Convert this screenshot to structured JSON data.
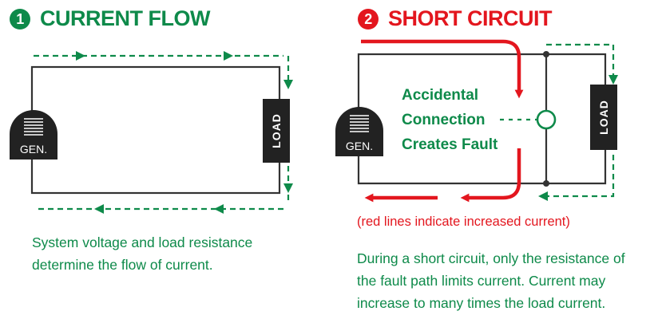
{
  "panel1": {
    "number": "1",
    "title": "CURRENT FLOW",
    "generator_label": "GEN.",
    "load_label": "LOAD",
    "description": [
      "System voltage and load resistance",
      "determine the flow of current."
    ]
  },
  "panel2": {
    "number": "2",
    "title": "SHORT CIRCUIT",
    "generator_label": "GEN.",
    "load_label": "LOAD",
    "fault_label": [
      "Accidental",
      "Connection",
      "Creates Fault"
    ],
    "note": "(red lines indicate increased current)",
    "description": [
      "During a short circuit, only the resistance of",
      "the fault path limits current. Current may",
      "increase to many times the load current."
    ]
  },
  "colors": {
    "green": "#0e8a4a",
    "red": "#e3161e",
    "wire": "#333333",
    "device": "#222222"
  },
  "icons": [
    "generator-icon",
    "load-icon",
    "arrow-icon",
    "fault-point-icon"
  ]
}
